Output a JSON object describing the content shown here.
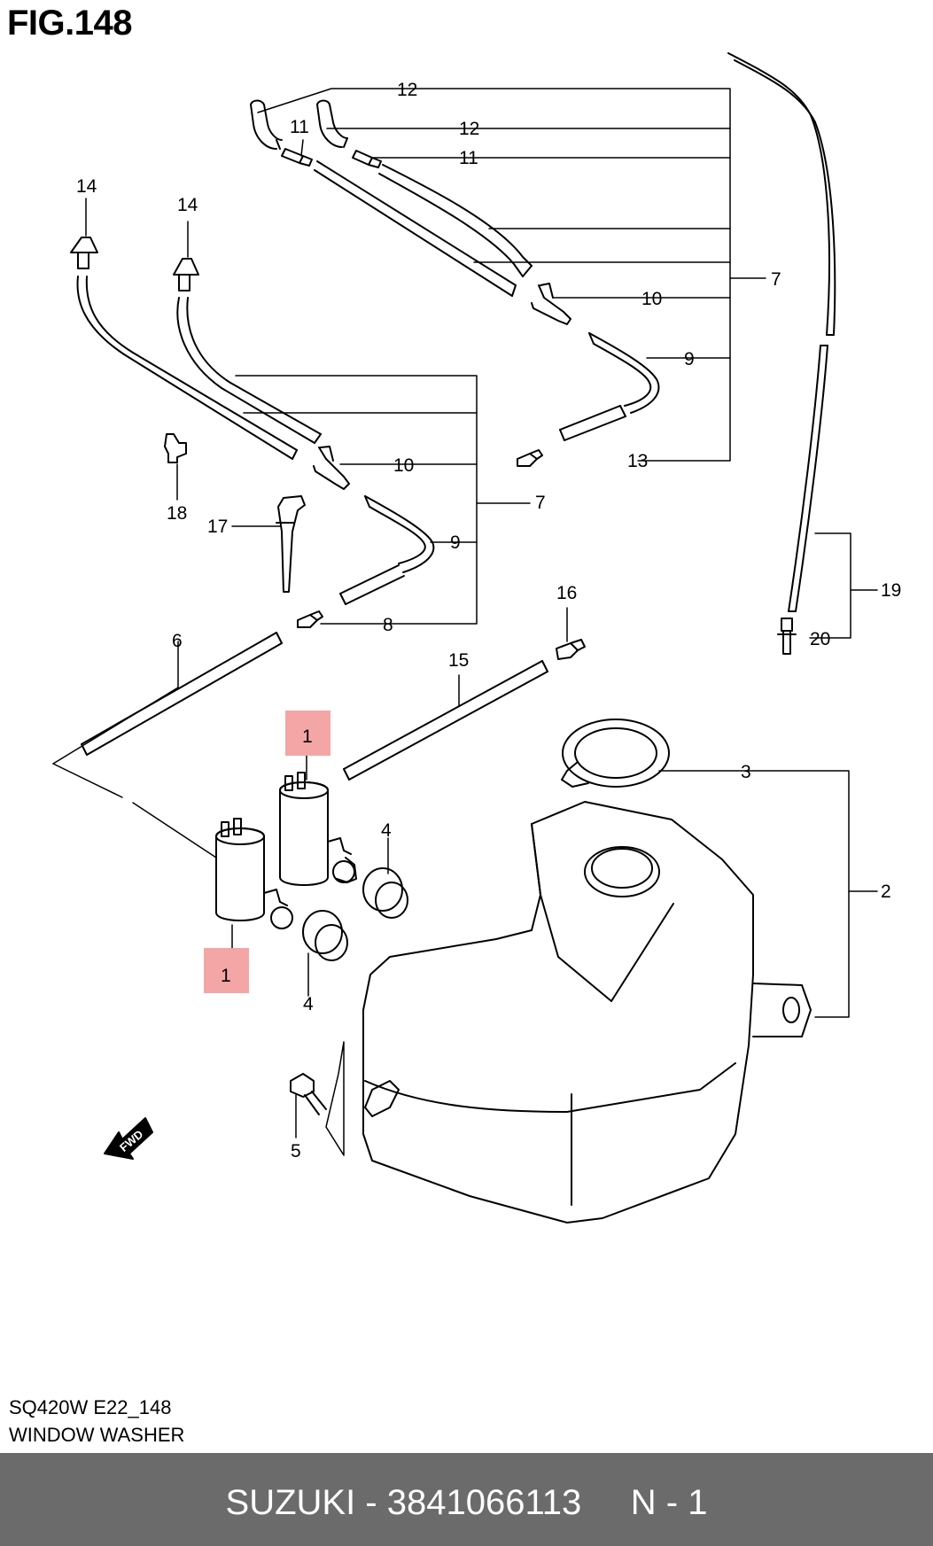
{
  "figure": {
    "title": "FIG.148"
  },
  "callouts": {
    "c1a": "1",
    "c1b": "1",
    "c2": "2",
    "c3": "3",
    "c4a": "4",
    "c4b": "4",
    "c5": "5",
    "c6": "6",
    "c7a": "7",
    "c7b": "7",
    "c8": "8",
    "c9a": "9",
    "c9b": "9",
    "c10a": "10",
    "c10b": "10",
    "c11a": "11",
    "c11b": "11",
    "c12a": "12",
    "c12b": "12",
    "c13": "13",
    "c14a": "14",
    "c14b": "14",
    "c15": "15",
    "c16": "16",
    "c17": "17",
    "c18": "18",
    "c19": "19",
    "c20": "20"
  },
  "fwd_label": "FWD",
  "highlight_color": "#f4a6a6",
  "caption": {
    "code": "SQ420W E22_148",
    "title": "WINDOW WASHER"
  },
  "footer": {
    "text": "SUZUKI - 3841066113     N - 1",
    "background": "#6b6b6b"
  }
}
